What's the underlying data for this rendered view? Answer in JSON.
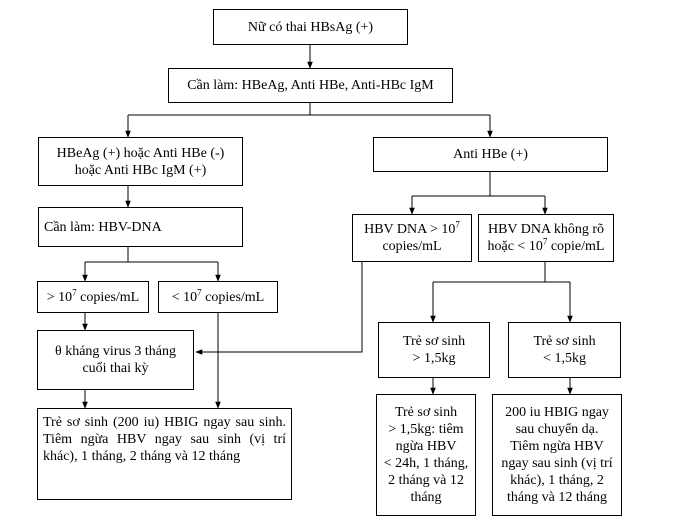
{
  "nodes": {
    "pregnant": "Nữ có thai HBsAg (+)",
    "tests": "Cần làm: HBeAg, Anti HBe, Anti-HBc IgM",
    "hbeag_pos_line1": "HBeAg (+) hoặc Anti HBe (-)",
    "hbeag_pos_line2": "hoặc Anti HBc IgM (+)",
    "hbv_dna_test": "Cần làm: HBV-DNA",
    "dna_high_prefix": "> 10",
    "dna_low_prefix": "< 10",
    "exp7": "7",
    "copies_ml": " copies/mL",
    "antiviral_line1": "θ kháng virus 3 tháng",
    "antiviral_line2": "cuối thai kỳ",
    "newborn_treatment": "Trẻ sơ sinh (200 iu) HBIG ngay sau sinh. Tiêm ngừa HBV ngay sau sinh (vị trí khác), 1 tháng, 2 tháng và 12 tháng",
    "anti_hbe_pos": "Anti HBe (+)",
    "hbv_dna_gt_prefix": "HBV DNA > 10",
    "copies_ml_line": "copies/mL",
    "hbv_dna_unclear_line1": "HBV DNA không rõ",
    "hbv_dna_unclear_prefix": "hoặc < 10",
    "hbv_dna_unclear_suffix": " copie/mL",
    "newborn_gt_line1": "Trẻ sơ sinh",
    "newborn_gt_line2": "> 1,5kg",
    "newborn_lt_line1": "Trẻ sơ sinh",
    "newborn_lt_line2": "< 1,5kg",
    "gt_treatment": [
      "Trẻ sơ sinh",
      "> 1,5kg: tiêm",
      "ngừa HBV",
      "< 24h, 1 tháng,",
      "2 tháng và 12",
      "tháng"
    ],
    "lt_treatment": [
      "200 iu HBIG ngay",
      "sau chuyển dạ.",
      "Tiêm ngừa HBV",
      "ngay sau sinh (vị trí",
      "khác), 1 tháng, 2",
      "tháng và 12 tháng"
    ]
  }
}
